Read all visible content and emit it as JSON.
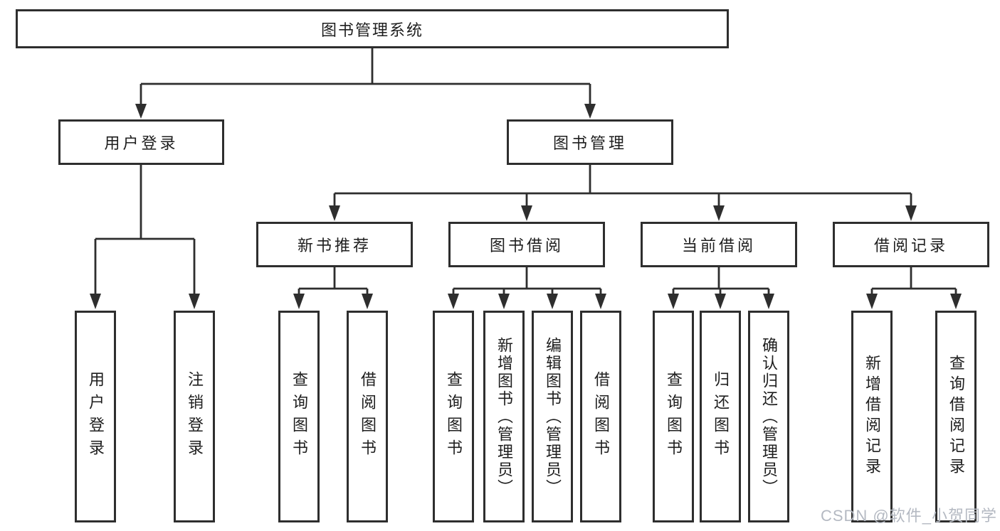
{
  "diagram": {
    "title": "图书管理系统",
    "branches": [
      {
        "label": "用户登录",
        "leaves": [
          "用户登录",
          "注销登录"
        ]
      },
      {
        "label": "图书管理",
        "groups": [
          {
            "label": "新书推荐",
            "leaves": [
              "查询图书",
              "借阅图书"
            ]
          },
          {
            "label": "图书借阅",
            "leaves": [
              "查询图书",
              "新增图书（管理员）",
              "编辑图书（管理员）",
              "借阅图书"
            ]
          },
          {
            "label": "当前借阅",
            "leaves": [
              "查询图书",
              "归还图书",
              "确认归还（管理员）"
            ]
          },
          {
            "label": "借阅记录",
            "leaves": [
              "新增借阅记录",
              "查询借阅记录"
            ]
          }
        ]
      }
    ]
  },
  "watermark": {
    "text": "CSDN @软件_小贺同学"
  },
  "colors": {
    "line": "#2e2e2e",
    "box_border": "#2e2e2e",
    "text": "#1e1e1e",
    "watermark": "#b4b9c2",
    "background": "#ffffff"
  }
}
